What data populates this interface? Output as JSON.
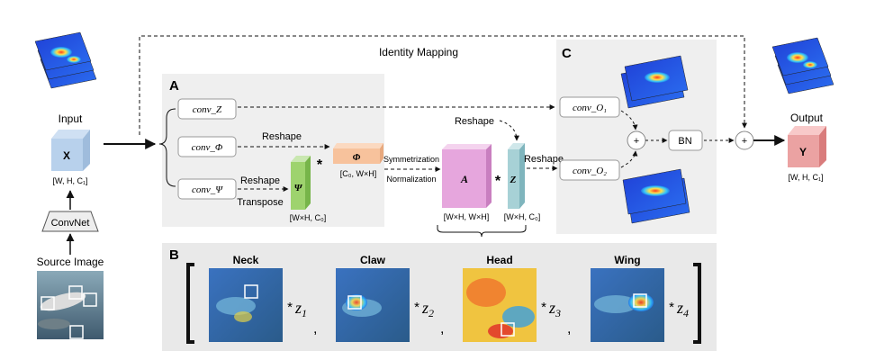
{
  "identity_label": "Identity Mapping",
  "panels": {
    "a": "A",
    "b": "B",
    "c": "C"
  },
  "input": {
    "label": "Input",
    "cube": "X",
    "dims": "[W, H, C₁]"
  },
  "output": {
    "label": "Output",
    "cube": "Y",
    "dims": "[W, H, C₁]"
  },
  "backbone": {
    "label": "ConvNet",
    "source_label": "Source Image"
  },
  "convs": {
    "z": "conv_Z",
    "phi": "conv_Φ",
    "psi": "conv_Ψ",
    "o1": "conv_O₁",
    "o2": "conv_O₂"
  },
  "tensors": {
    "phi": {
      "symbol": "Φ",
      "dims": "[C₀, W×H]"
    },
    "psi": {
      "symbol": "Ψ",
      "dims": "[W×H, C₀]"
    },
    "a": {
      "symbol": "A",
      "dims": "[W×H, W×H]"
    },
    "z": {
      "symbol": "Z",
      "dims": "[W×H, C₀]"
    }
  },
  "ops": {
    "reshape": "Reshape",
    "transpose": "Transpose",
    "symmetrization": "Symmetrization",
    "normalization": "Normalization",
    "multiply": "*",
    "plus": "+",
    "bn": "BN"
  },
  "parts": [
    {
      "name": "Neck",
      "coef": "z",
      "sub": "1",
      "sep": ","
    },
    {
      "name": "Claw",
      "coef": "z",
      "sub": "2",
      "sep": ","
    },
    {
      "name": "Head",
      "coef": "z",
      "sub": "3",
      "sep": ","
    },
    {
      "name": "Wing",
      "coef": "z",
      "sub": "4",
      "sep": ""
    }
  ],
  "part_multiply": "*"
}
